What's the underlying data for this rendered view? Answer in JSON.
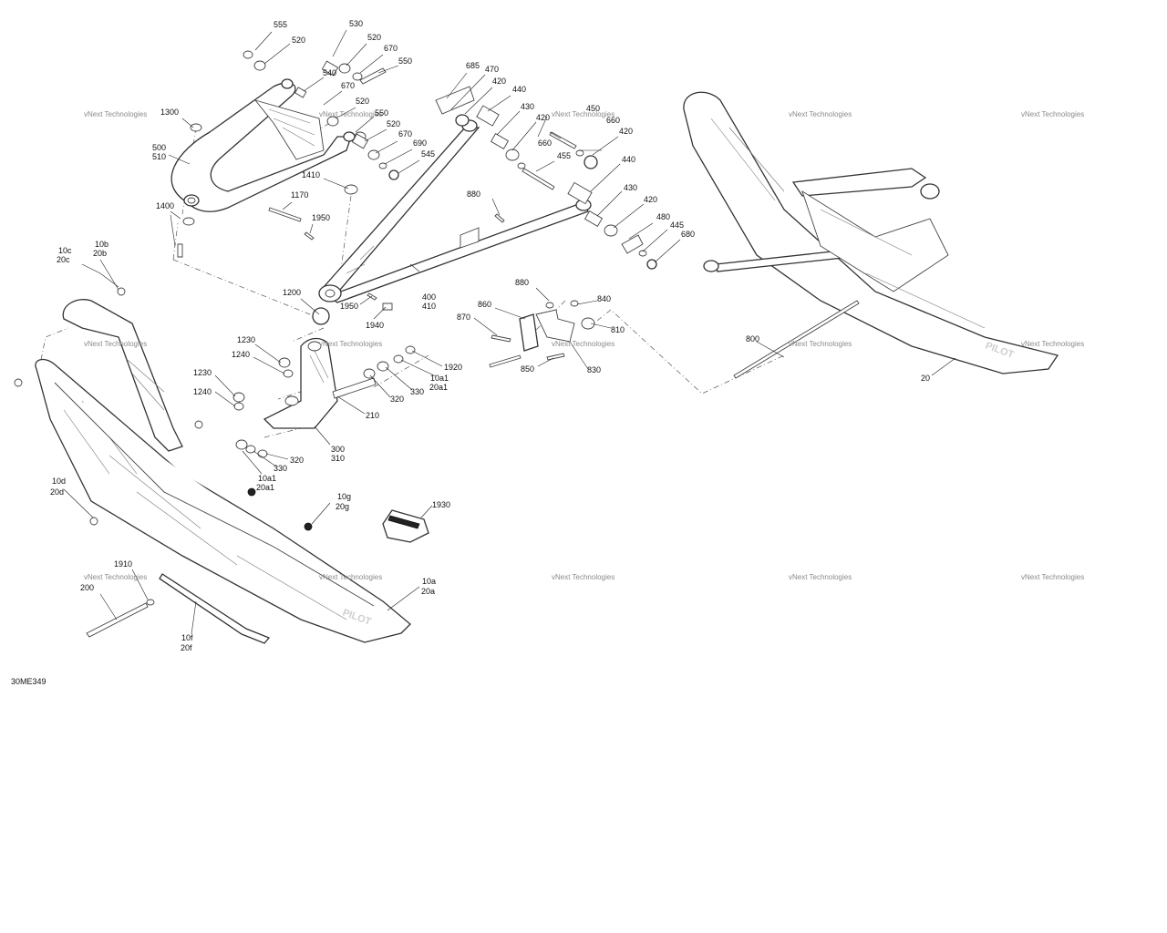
{
  "diagram": {
    "reference_code": "30ME349",
    "watermark_text": "vNext Technologies",
    "callouts": [
      {
        "id": "c555",
        "text": "555"
      },
      {
        "id": "c530",
        "text": "530"
      },
      {
        "id": "c520a",
        "text": "520"
      },
      {
        "id": "c520b",
        "text": "520"
      },
      {
        "id": "c670a",
        "text": "670"
      },
      {
        "id": "c550a",
        "text": "550"
      },
      {
        "id": "c540",
        "text": "540"
      },
      {
        "id": "c670b",
        "text": "670"
      },
      {
        "id": "c520c",
        "text": "520"
      },
      {
        "id": "c550b",
        "text": "550"
      },
      {
        "id": "c520d",
        "text": "520"
      },
      {
        "id": "c670c",
        "text": "670"
      },
      {
        "id": "c690",
        "text": "690"
      },
      {
        "id": "c545",
        "text": "545"
      },
      {
        "id": "c1300",
        "text": "1300"
      },
      {
        "id": "c500",
        "text": "500"
      },
      {
        "id": "c510",
        "text": "510"
      },
      {
        "id": "c1410",
        "text": "1410"
      },
      {
        "id": "c1170",
        "text": "1170"
      },
      {
        "id": "c1950a",
        "text": "1950"
      },
      {
        "id": "c1400",
        "text": "1400"
      },
      {
        "id": "c685",
        "text": "685"
      },
      {
        "id": "c470",
        "text": "470"
      },
      {
        "id": "c420a",
        "text": "420"
      },
      {
        "id": "c440a",
        "text": "440"
      },
      {
        "id": "c430a",
        "text": "430"
      },
      {
        "id": "c420b",
        "text": "420"
      },
      {
        "id": "c450",
        "text": "450"
      },
      {
        "id": "c660a",
        "text": "660"
      },
      {
        "id": "c420c",
        "text": "420"
      },
      {
        "id": "c660b",
        "text": "660"
      },
      {
        "id": "c455",
        "text": "455"
      },
      {
        "id": "c440b",
        "text": "440"
      },
      {
        "id": "c880a",
        "text": "880"
      },
      {
        "id": "c430b",
        "text": "430"
      },
      {
        "id": "c420d",
        "text": "420"
      },
      {
        "id": "c480",
        "text": "480"
      },
      {
        "id": "c445",
        "text": "445"
      },
      {
        "id": "c680",
        "text": "680"
      },
      {
        "id": "c10c",
        "text": "10c"
      },
      {
        "id": "c20c",
        "text": "20c"
      },
      {
        "id": "c10b",
        "text": "10b"
      },
      {
        "id": "c20b",
        "text": "20b"
      },
      {
        "id": "c1200",
        "text": "1200"
      },
      {
        "id": "c1950b",
        "text": "1950"
      },
      {
        "id": "c1940",
        "text": "1940"
      },
      {
        "id": "c400",
        "text": "400"
      },
      {
        "id": "c410",
        "text": "410"
      },
      {
        "id": "c880b",
        "text": "880"
      },
      {
        "id": "c840",
        "text": "840"
      },
      {
        "id": "c860",
        "text": "860"
      },
      {
        "id": "c870",
        "text": "870"
      },
      {
        "id": "c810",
        "text": "810"
      },
      {
        "id": "c850",
        "text": "850"
      },
      {
        "id": "c830",
        "text": "830"
      },
      {
        "id": "c1230a",
        "text": "1230"
      },
      {
        "id": "c1240a",
        "text": "1240"
      },
      {
        "id": "c1920",
        "text": "1920"
      },
      {
        "id": "c10a1a",
        "text": "10a1"
      },
      {
        "id": "c20a1a",
        "text": "20a1"
      },
      {
        "id": "c330a",
        "text": "330"
      },
      {
        "id": "c320a",
        "text": "320"
      },
      {
        "id": "c1230b",
        "text": "1230"
      },
      {
        "id": "c1240b",
        "text": "1240"
      },
      {
        "id": "c210",
        "text": "210"
      },
      {
        "id": "c300",
        "text": "300"
      },
      {
        "id": "c310",
        "text": "310"
      },
      {
        "id": "c320b",
        "text": "320"
      },
      {
        "id": "c330b",
        "text": "330"
      },
      {
        "id": "c10a1b",
        "text": "10a1"
      },
      {
        "id": "c20a1b",
        "text": "20a1"
      },
      {
        "id": "c10d",
        "text": "10d"
      },
      {
        "id": "c20d",
        "text": "20d"
      },
      {
        "id": "c10g",
        "text": "10g"
      },
      {
        "id": "c20g",
        "text": "20g"
      },
      {
        "id": "c1930",
        "text": "1930"
      },
      {
        "id": "c1910",
        "text": "1910"
      },
      {
        "id": "c200",
        "text": "200"
      },
      {
        "id": "c10a",
        "text": "10a"
      },
      {
        "id": "c20a",
        "text": "20a"
      },
      {
        "id": "c10f",
        "text": "10f"
      },
      {
        "id": "c20f",
        "text": "20f"
      },
      {
        "id": "c800",
        "text": "800"
      },
      {
        "id": "c20",
        "text": "20"
      }
    ]
  }
}
